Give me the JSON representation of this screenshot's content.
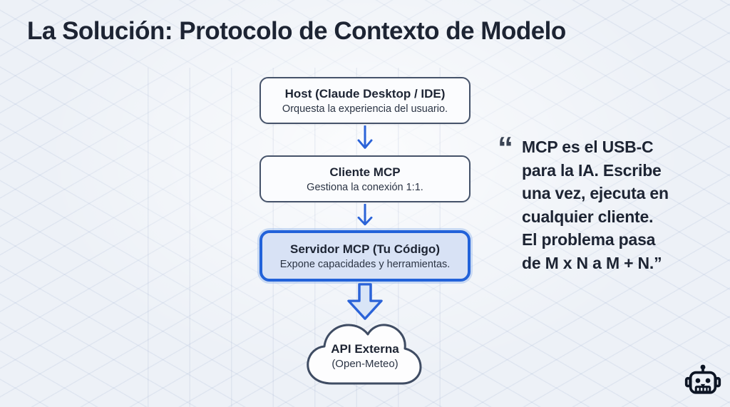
{
  "slide": {
    "title": "La Solución: Protocolo de Contexto de Modelo"
  },
  "flow": {
    "nodes": [
      {
        "id": "host",
        "title": "Host (Claude Desktop / IDE)",
        "subtitle": "Orquesta la experiencia del usuario.",
        "highlighted": false
      },
      {
        "id": "cliente",
        "title": "Cliente MCP",
        "subtitle": "Gestiona la conexión 1:1.",
        "highlighted": false
      },
      {
        "id": "servidor",
        "title": "Servidor MCP (Tu Código)",
        "subtitle": "Expone capacidades y herramientas.",
        "highlighted": true
      },
      {
        "id": "api",
        "title": "API Externa",
        "subtitle": "(Open-Meteo)",
        "shape": "cloud"
      }
    ]
  },
  "quote": {
    "mark": "“",
    "text": "MCP es el USB-C\npara la IA. Escribe\nuna vez, ejecuta en\ncualquier cliente.\nEl problema pasa\nde M x N a M + N.”"
  },
  "icons": {
    "bottom_right": "robot-head-icon"
  },
  "colors": {
    "background": "#edf1f7",
    "title_text": "#1d2433",
    "box_border": "#46536a",
    "box_fill": "#fbfcfe",
    "highlight_border": "#2262d9",
    "highlight_fill": "#d8e2f5",
    "arrow_blue": "#2b63d8",
    "cloud_border": "#3f4c63",
    "quote_text": "#1d2433"
  }
}
